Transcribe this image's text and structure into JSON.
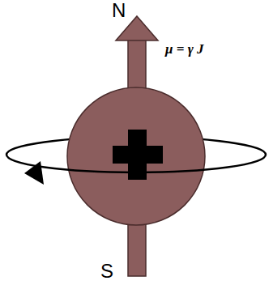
{
  "diagram": {
    "labels": [
      "N",
      "μ = γ J",
      "S"
    ]
  }
}
